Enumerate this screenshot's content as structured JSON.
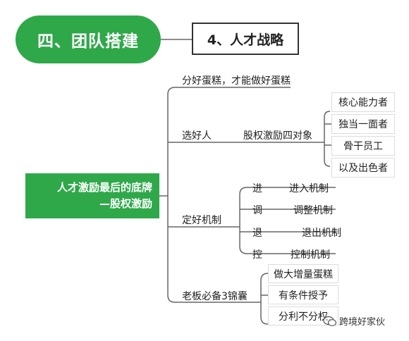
{
  "header": {
    "section_title": "四、团队搭建",
    "subsection_title": "4、人才战略"
  },
  "root": {
    "line1": "人才激励最后的底牌",
    "line2": "—股权激励"
  },
  "branches": {
    "b1": {
      "label": "分好蛋糕，才能做好蛋糕"
    },
    "b2": {
      "label": "选好人",
      "sub": "股权激励四对象",
      "children": [
        "核心能力者",
        "独当一面者",
        "骨干员工",
        "以及出色者"
      ]
    },
    "b3": {
      "label": "定好机制",
      "rows": [
        {
          "key": "进",
          "value": "进入机制"
        },
        {
          "key": "调",
          "value": "调整机制"
        },
        {
          "key": "退",
          "value": "退出机制"
        },
        {
          "key": "控",
          "value": "控制机制"
        }
      ]
    },
    "b4": {
      "label": "老板必备3锦囊",
      "children": [
        "做大增量蛋糕",
        "有条件授予",
        "分利不分权"
      ]
    }
  },
  "watermark": {
    "text": "跨境好家伙",
    "icon": "wechat-icon"
  },
  "colors": {
    "accent_green": "#2fa84a"
  }
}
